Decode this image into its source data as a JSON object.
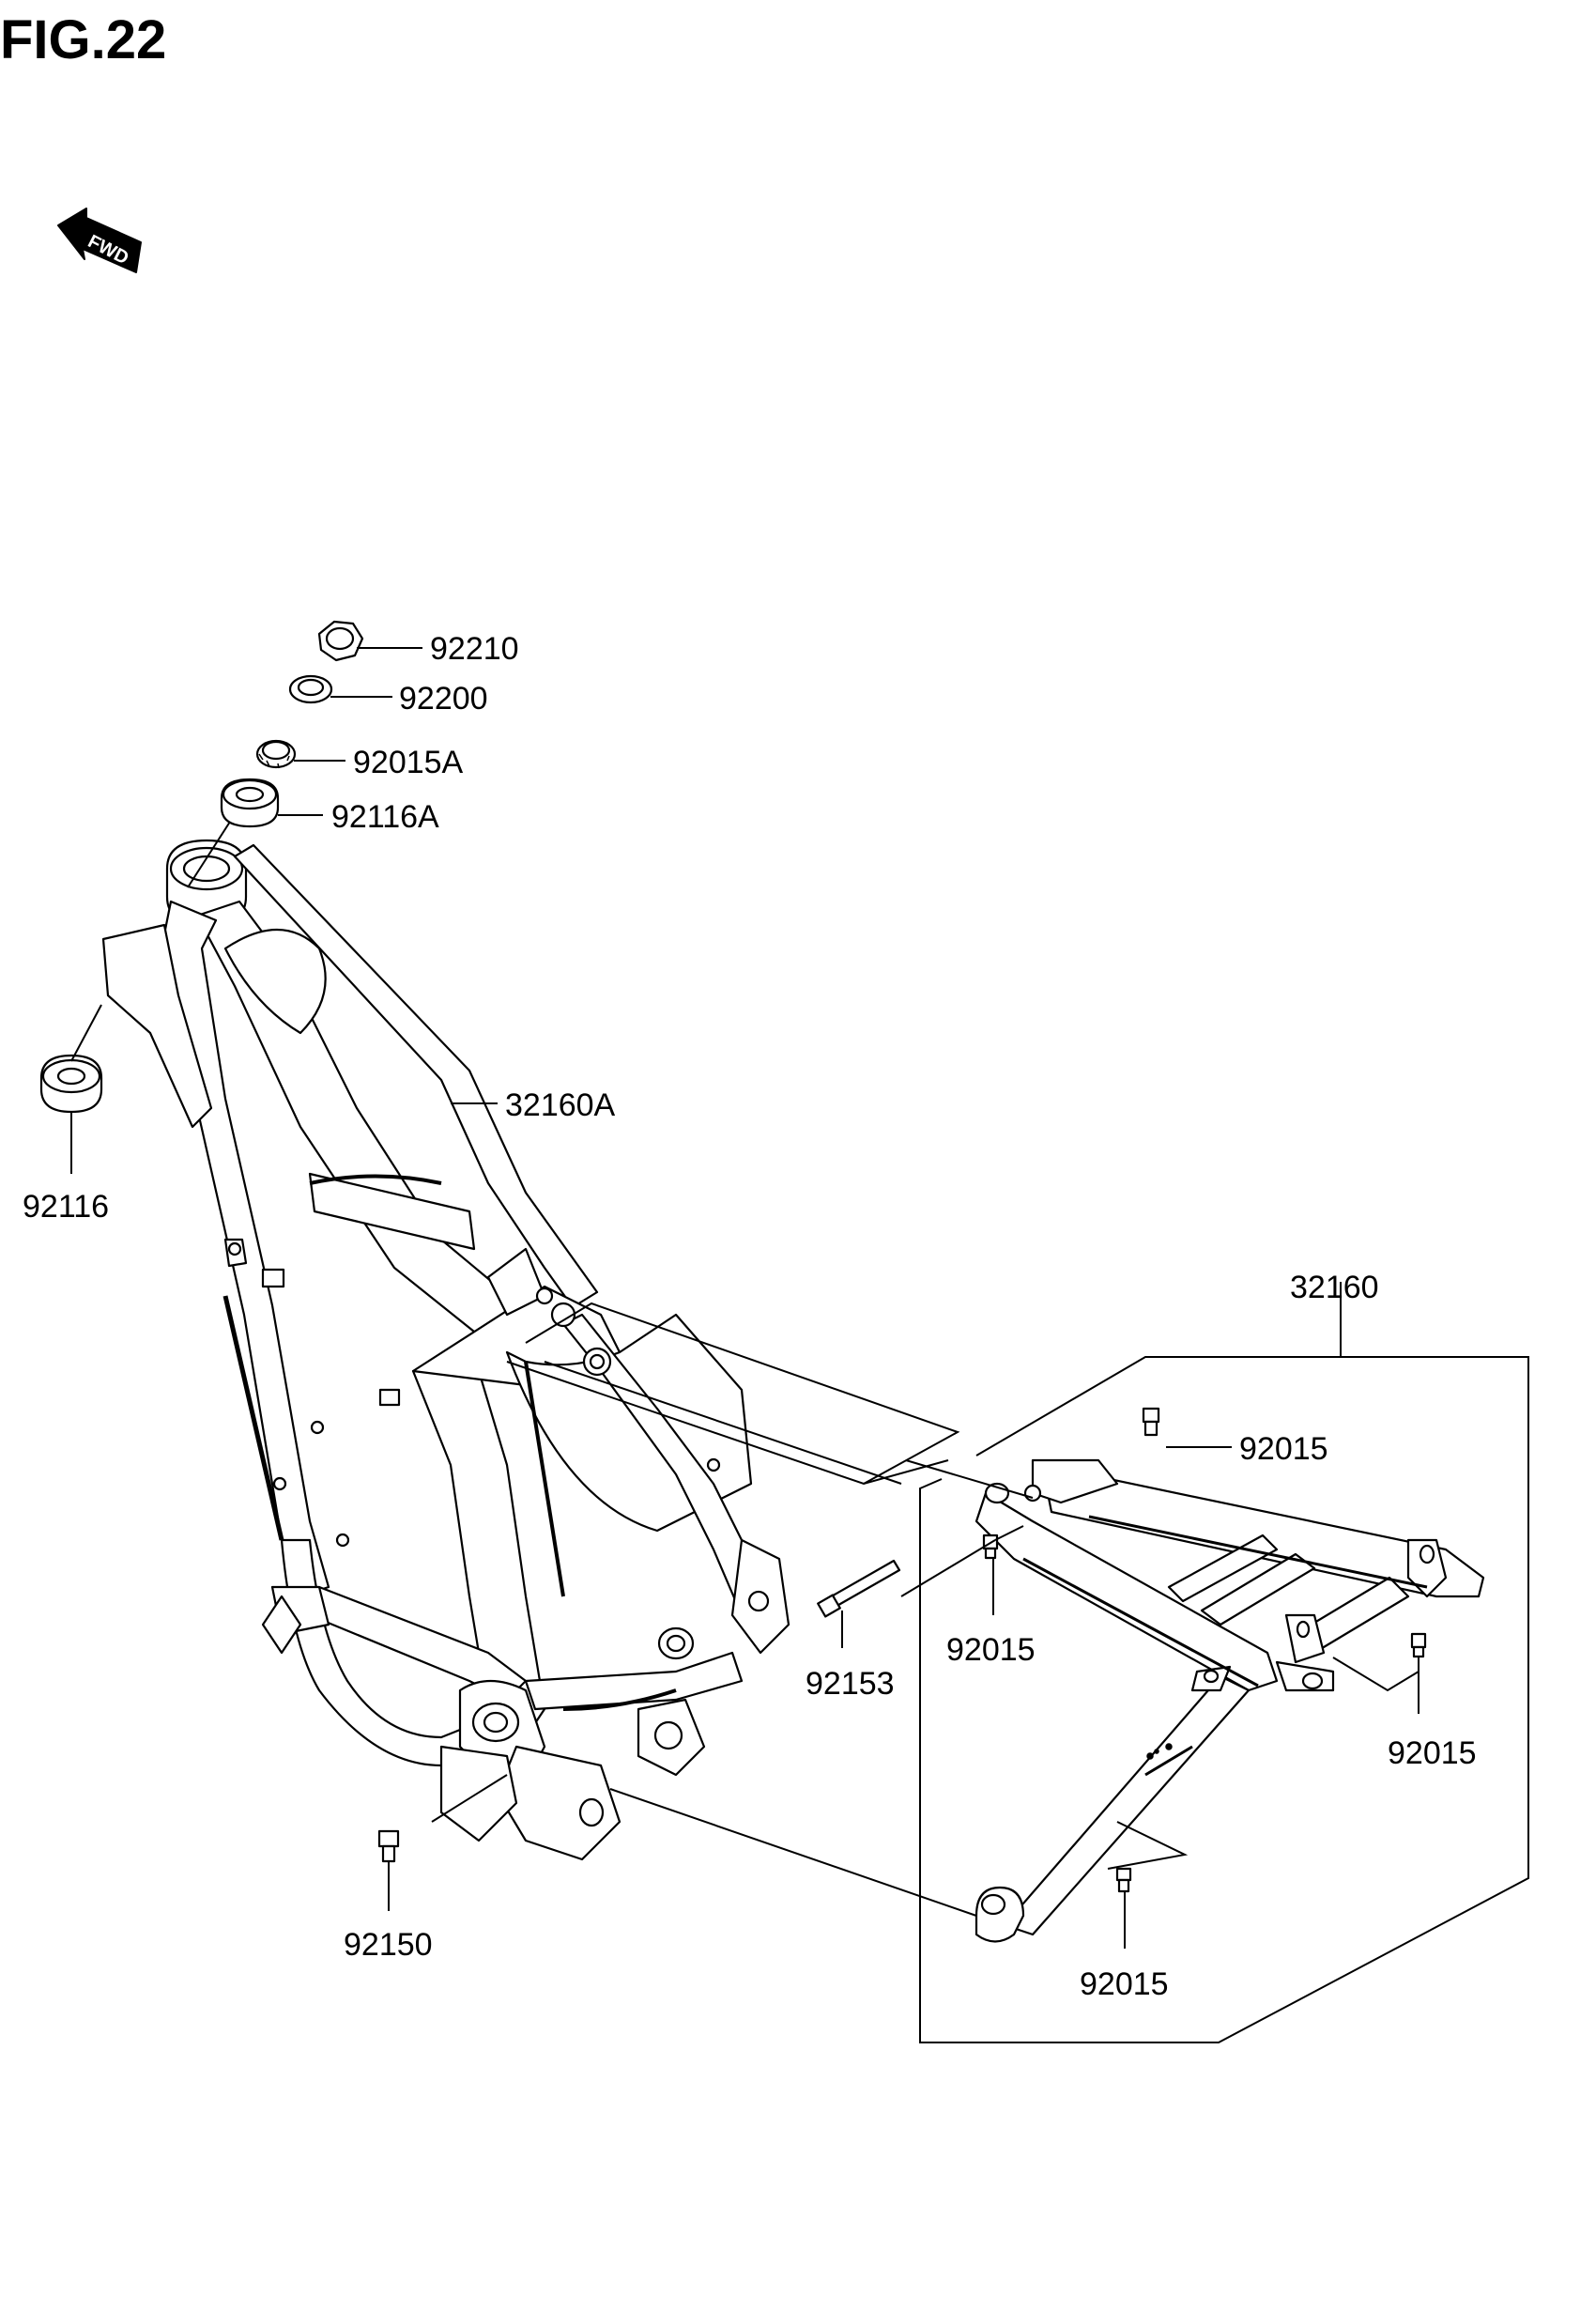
{
  "figure": {
    "title": "FIG.22",
    "direction_label": "FWD",
    "direction_icon": "fwd-arrow-icon"
  },
  "parts": [
    {
      "id": "p92210",
      "number": "92210"
    },
    {
      "id": "p92200",
      "number": "92200"
    },
    {
      "id": "p92015A",
      "number": "92015A"
    },
    {
      "id": "p92116A",
      "number": "92116A"
    },
    {
      "id": "p32160A",
      "number": "32160A"
    },
    {
      "id": "p92116",
      "number": "92116"
    },
    {
      "id": "p32160",
      "number": "32160"
    },
    {
      "id": "p92015_top",
      "number": "92015"
    },
    {
      "id": "p92153",
      "number": "92153"
    },
    {
      "id": "p92015_mid",
      "number": "92015"
    },
    {
      "id": "p92015_right",
      "number": "92015"
    },
    {
      "id": "p92150",
      "number": "92150"
    },
    {
      "id": "p92015_bottom",
      "number": "92015"
    }
  ]
}
